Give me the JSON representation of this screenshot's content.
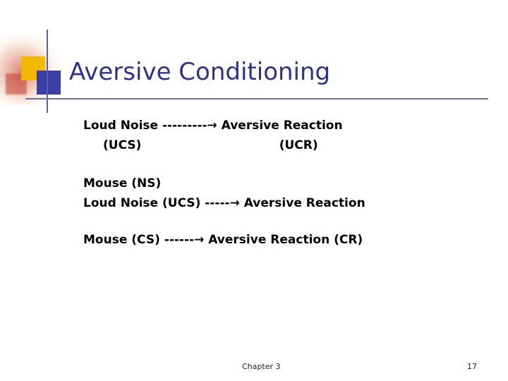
{
  "slide": {
    "title": "Aversive Conditioning",
    "accent_color": "#2e3192",
    "rule_color": "#6b6fae",
    "motif": {
      "yellow": "#f5b800",
      "blue": "#3b3fa3",
      "red": "#c0392b"
    },
    "blocks": [
      {
        "lines": [
          "Loud Noise ---------→ Aversive Reaction",
          "(UCS)                                 (UCR)"
        ]
      },
      {
        "lines": [
          "Mouse (NS)",
          "Loud Noise (UCS) -----→ Aversive Reaction"
        ]
      },
      {
        "lines": [
          "Mouse (CS) ------→ Aversive Reaction (CR)"
        ]
      }
    ],
    "footer": {
      "chapter": "Chapter 3",
      "page": "17"
    }
  }
}
